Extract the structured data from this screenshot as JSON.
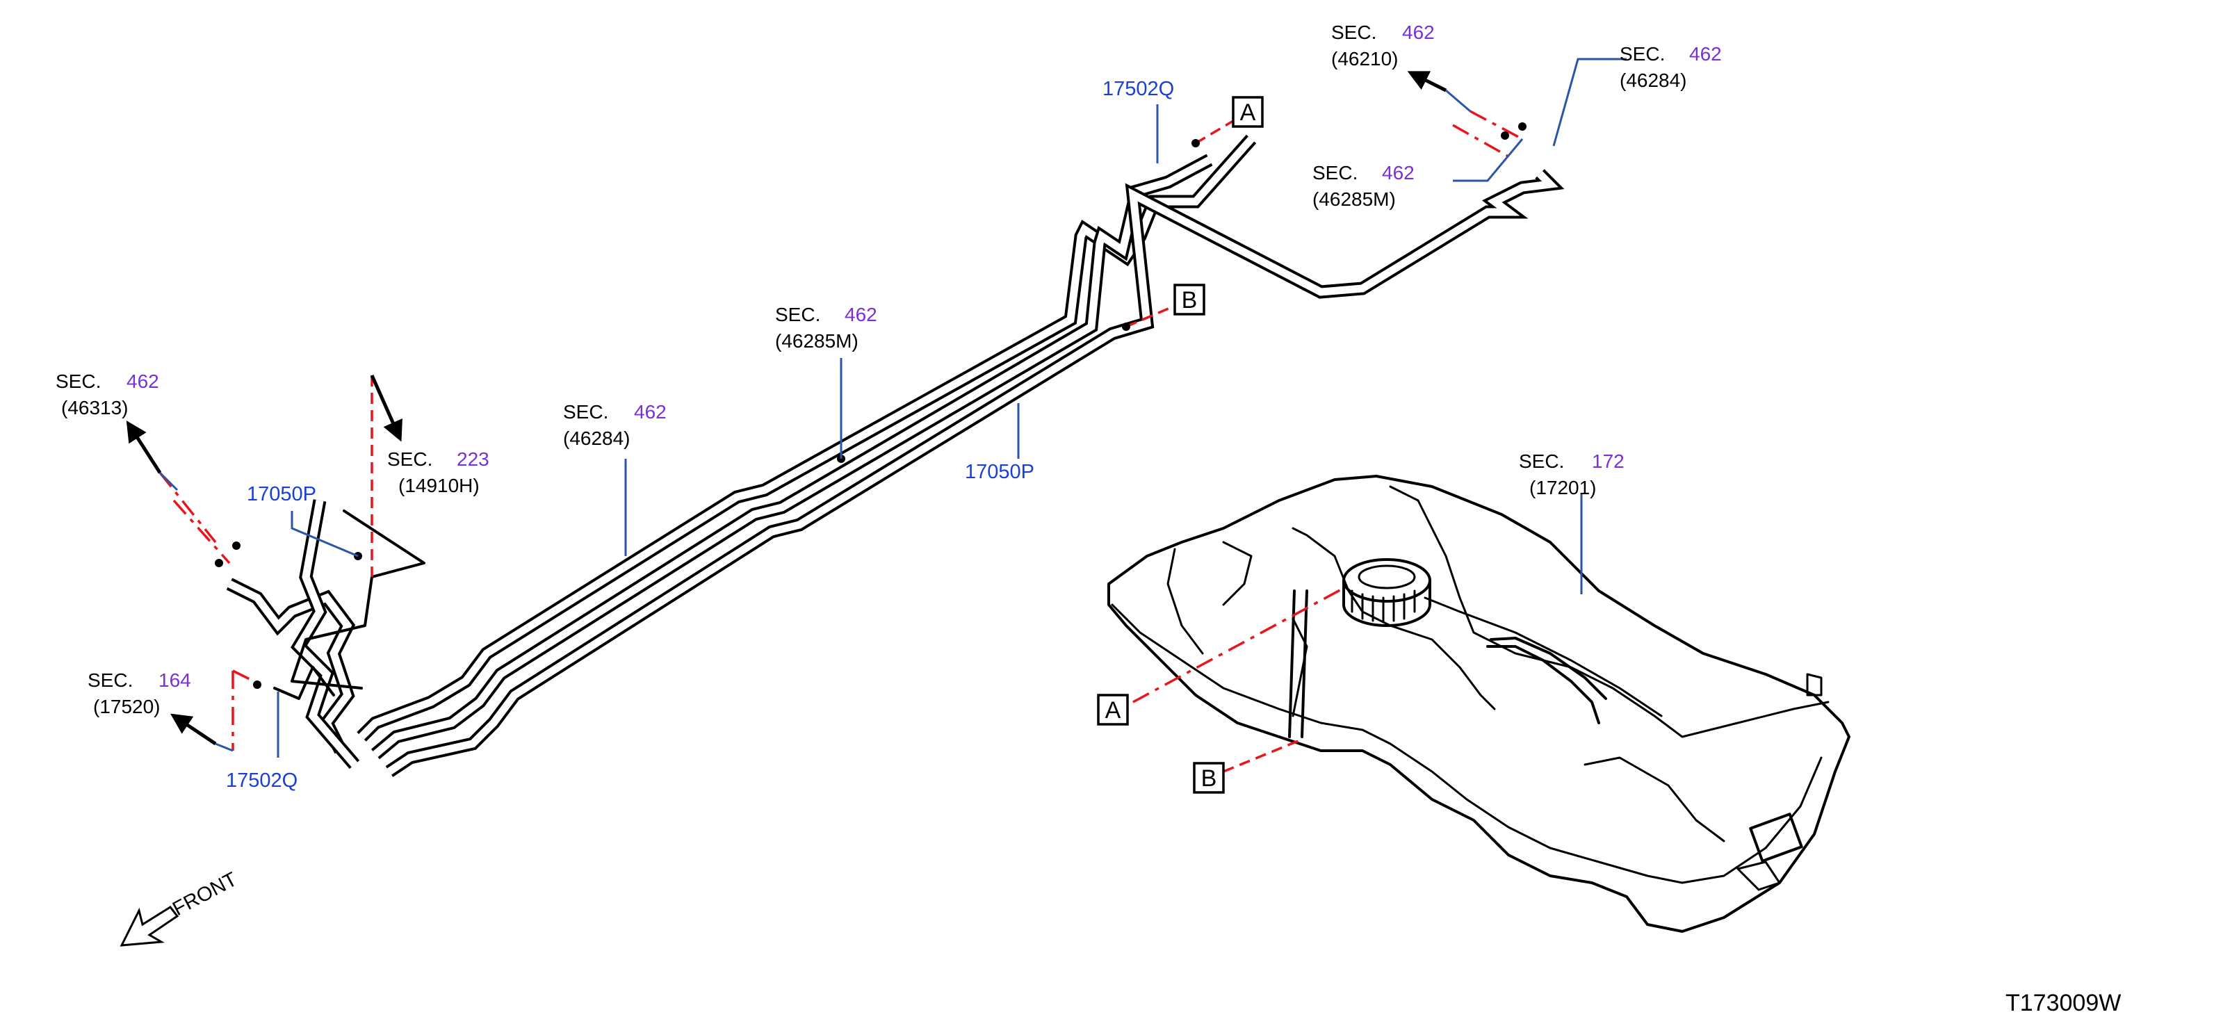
{
  "colors": {
    "sec_number": "#7b2fd6",
    "part_number": "#1a3fd8",
    "leader": "#2a55a8",
    "phantom_line": "#e8161c",
    "line_art": "#000000",
    "background": "#ffffff"
  },
  "callouts": {
    "sec_46313": {
      "prefix": "SEC.",
      "number": "462",
      "code": "(46313)"
    },
    "sec_14910h": {
      "prefix": "SEC.",
      "number": "223",
      "code": "(14910H)"
    },
    "sec_17520": {
      "prefix": "SEC.",
      "number": "164",
      "code": "(17520)"
    },
    "sec_46284_left": {
      "prefix": "SEC.",
      "number": "462",
      "code": "(46284)"
    },
    "sec_46285m_mid": {
      "prefix": "SEC.",
      "number": "462",
      "code": "(46285M)"
    },
    "sec_46210": {
      "prefix": "SEC.",
      "number": "462",
      "code": "(46210)"
    },
    "sec_46284_right": {
      "prefix": "SEC.",
      "number": "462",
      "code": "(46284)"
    },
    "sec_46285m_right": {
      "prefix": "SEC.",
      "number": "462",
      "code": "(46285M)"
    },
    "sec_17201": {
      "prefix": "SEC.",
      "number": "172",
      "code": "(17201)"
    }
  },
  "part_numbers": {
    "p17050p_left": "17050P",
    "p17502q_left": "17502Q",
    "p17050p_mid": "17050P",
    "p17502q_top": "17502Q"
  },
  "connection_markers": {
    "a_top": "A",
    "b_top": "B",
    "a_tank": "A",
    "b_tank": "B"
  },
  "direction_indicator": {
    "label": "FRONT",
    "icon": "arrow-down-left-icon"
  },
  "illustration_code": "T173009W"
}
